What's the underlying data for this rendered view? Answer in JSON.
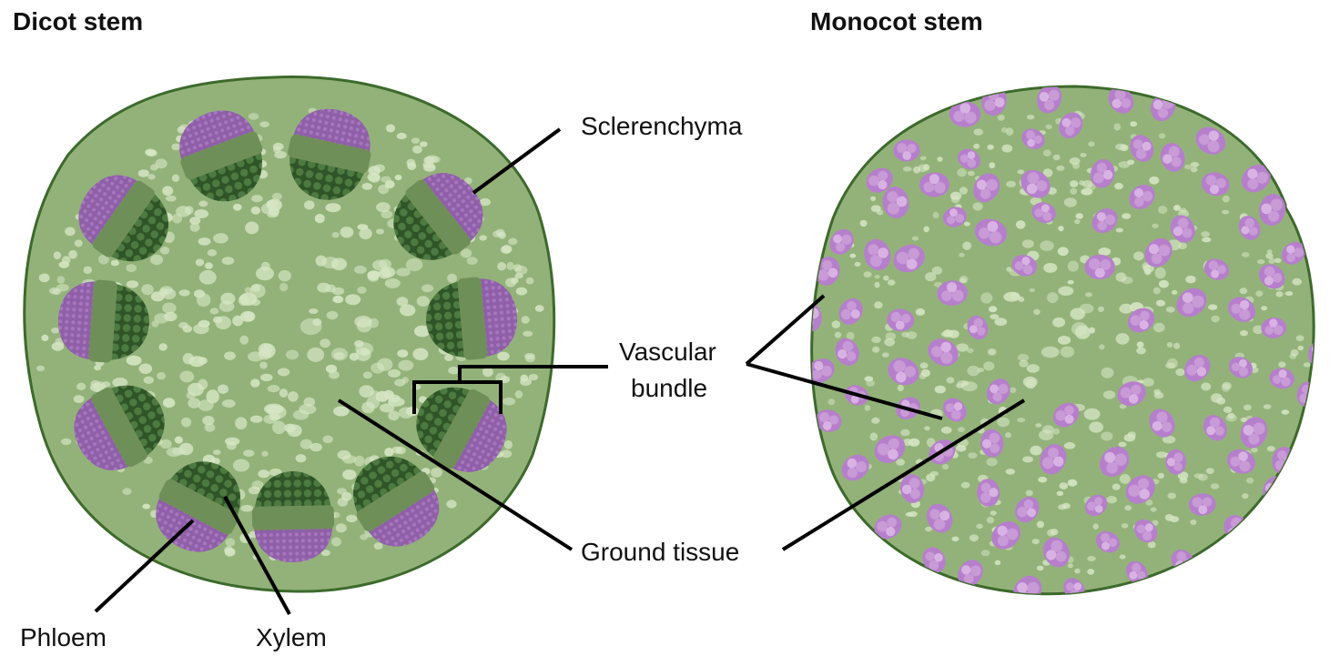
{
  "titles": {
    "dicot": "Dicot stem",
    "monocot": "Monocot stem"
  },
  "labels": {
    "sclerenchyma": "Sclerenchyma",
    "vascular_line1": "Vascular",
    "vascular_line2": "bundle",
    "ground_tissue": "Ground tissue",
    "phloem": "Phloem",
    "xylem": "Xylem"
  },
  "colors": {
    "stem_fill": "#93b27a",
    "stem_outline": "#3d6a2c",
    "sclerenchyma": "#8f5fa8",
    "phloem_band": "#6f8f58",
    "xylem": "#3f6a35",
    "ground_cell": "#d6e6c4",
    "mono_bundle": "#c89ad6",
    "leader_line": "#000000"
  }
}
